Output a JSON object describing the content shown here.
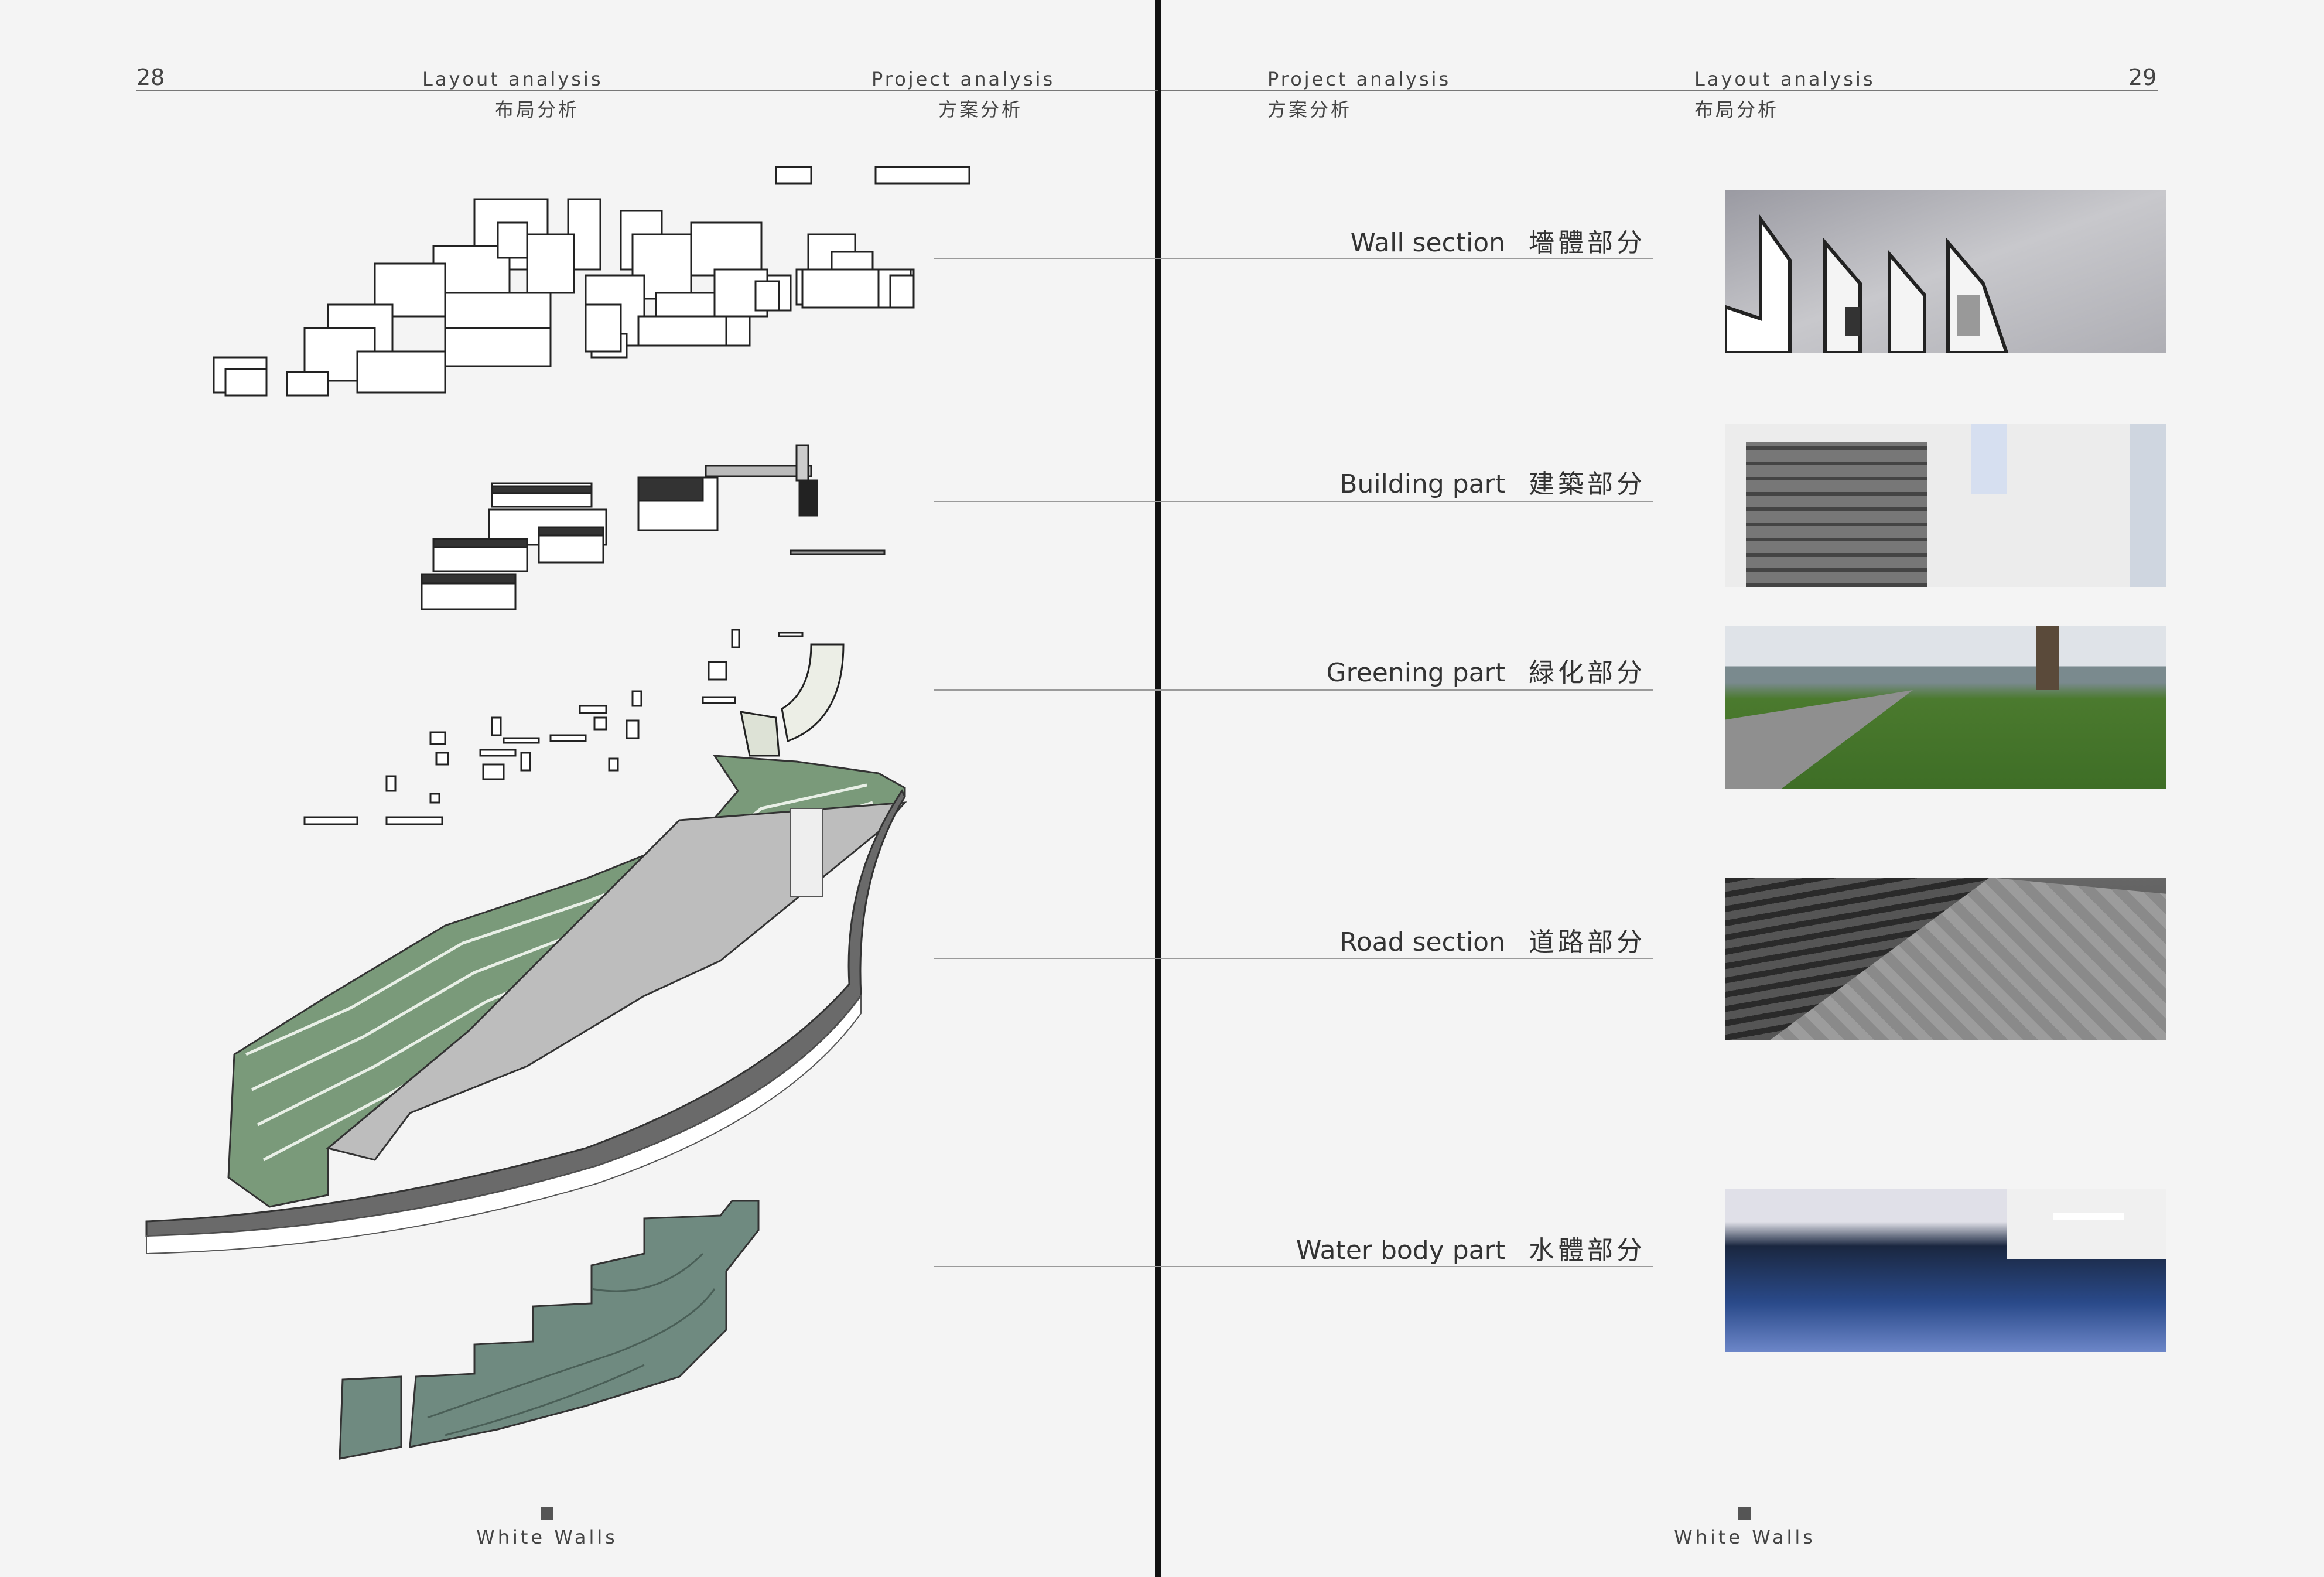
{
  "left_page": {
    "page_number": "28",
    "header_left": {
      "en": "Layout analysis",
      "cn": "布局分析"
    },
    "header_right": {
      "en": "Project analysis",
      "cn": "方案分析"
    },
    "footer": "White Walls"
  },
  "right_page": {
    "page_number": "29",
    "header_left": {
      "en": "Project analysis",
      "cn": "方案分析"
    },
    "header_right": {
      "en": "Layout analysis",
      "cn": "布局分析"
    },
    "footer": "White Walls",
    "sections": [
      {
        "en": "Wall section",
        "cn": "墻體部分"
      },
      {
        "en": "Building part",
        "cn": "建築部分"
      },
      {
        "en": "Greening part",
        "cn": "緑化部分"
      },
      {
        "en": "Road section",
        "cn": "道路部分"
      },
      {
        "en": "Water body part",
        "cn": "水體部分"
      }
    ]
  },
  "colors": {
    "greenery": "#7a9a7a",
    "water_layer": "#6f8a80",
    "road": "#6a6a6a",
    "spine": "#111111"
  }
}
